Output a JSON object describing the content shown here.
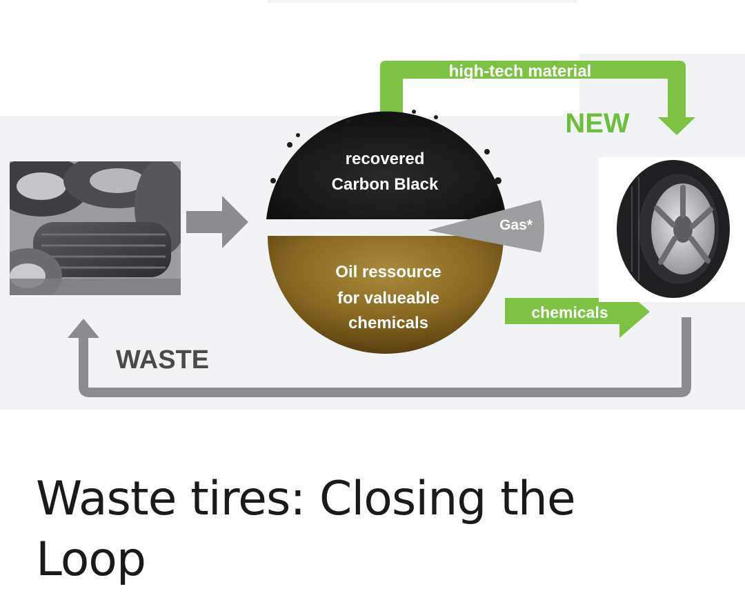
{
  "diagram": {
    "labels": {
      "high_tech": "high-tech material",
      "new": "NEW",
      "carbon_black_line1": "recovered",
      "carbon_black_line2": "Carbon Black",
      "gas": "Gas*",
      "oil_line1": "Oil ressource",
      "oil_line2": "for valueable",
      "oil_line3": "chemicals",
      "chemicals": "chemicals",
      "waste": "WASTE"
    },
    "colors": {
      "green_arrow": "#7dc242",
      "gray_arrow": "#8a8c8e",
      "panel_bg": "#f1f3f5",
      "carbon_black": "#1c1c1c",
      "oil": "#7a5a18",
      "waste_text": "#4a4a4a",
      "new_text": "#6cbf3a"
    },
    "icons": [
      "waste-tires-photo",
      "new-tire-photo"
    ]
  },
  "caption": {
    "title": "Waste tires: Closing the Loop"
  }
}
